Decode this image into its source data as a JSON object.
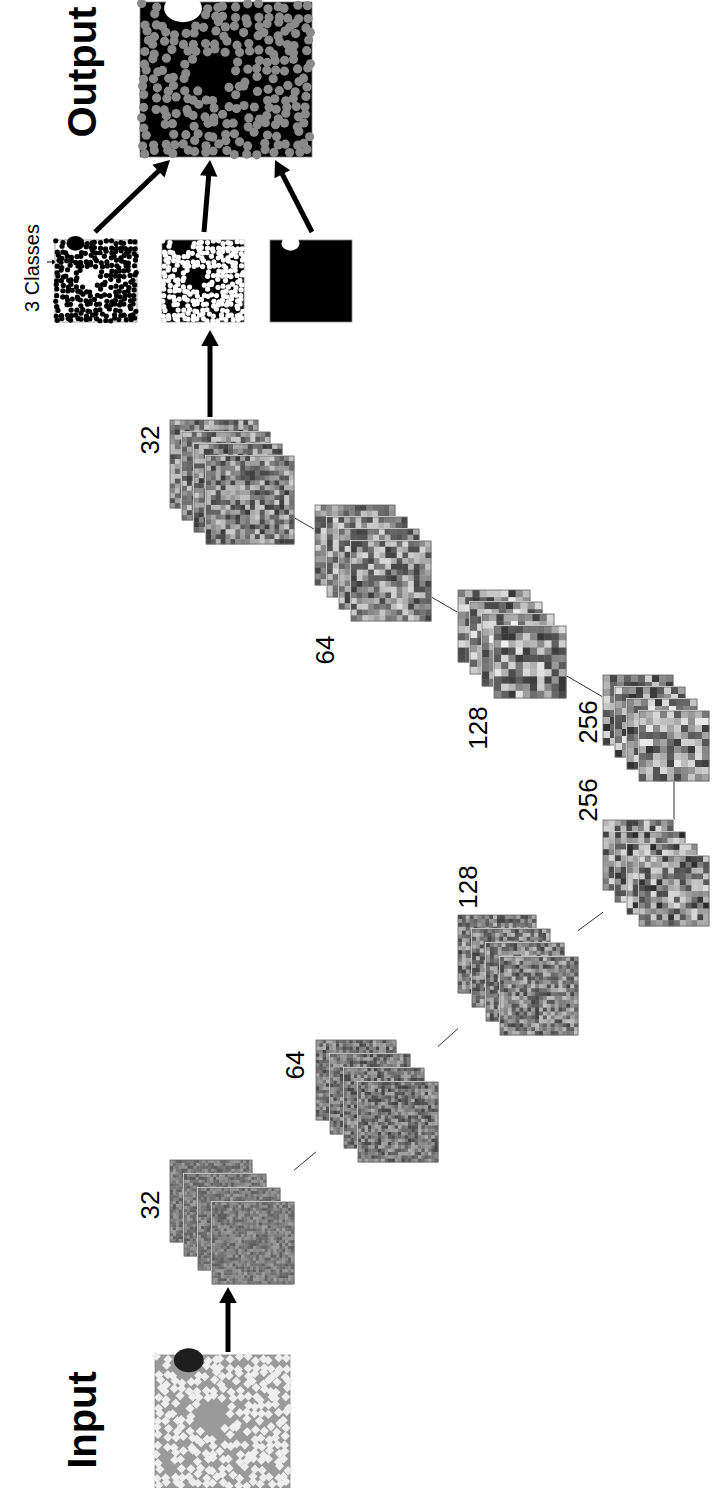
{
  "diagram": {
    "nodes": [
      {
        "text": [
          "Input"
        ]
      },
      {
        "text": [
          "32"
        ]
      },
      {
        "text": [
          "64"
        ]
      },
      {
        "text": [
          "128"
        ]
      },
      {
        "text": [
          "256"
        ]
      },
      {
        "text": [
          "256"
        ]
      },
      {
        "text": [
          "128"
        ]
      },
      {
        "text": [
          "64"
        ]
      },
      {
        "text": [
          "32"
        ]
      },
      {
        "text": [
          "3 Classes"
        ]
      },
      {
        "text": [
          "Output"
        ]
      }
    ],
    "edges": [
      {
        "from": 0,
        "to": 1,
        "arrow": "to"
      },
      {
        "from": 1,
        "to": 2,
        "arrow": "none"
      },
      {
        "from": 2,
        "to": 3,
        "arrow": "none"
      },
      {
        "from": 3,
        "to": 4,
        "arrow": "none"
      },
      {
        "from": 4,
        "to": 5,
        "arrow": "none"
      },
      {
        "from": 5,
        "to": 6,
        "arrow": "none"
      },
      {
        "from": 6,
        "to": 7,
        "arrow": "none"
      },
      {
        "from": 7,
        "to": 8,
        "arrow": "none"
      },
      {
        "from": 8,
        "to": 9,
        "arrow": "to"
      },
      {
        "from": 9,
        "to": 10,
        "arrow": "to"
      }
    ]
  }
}
